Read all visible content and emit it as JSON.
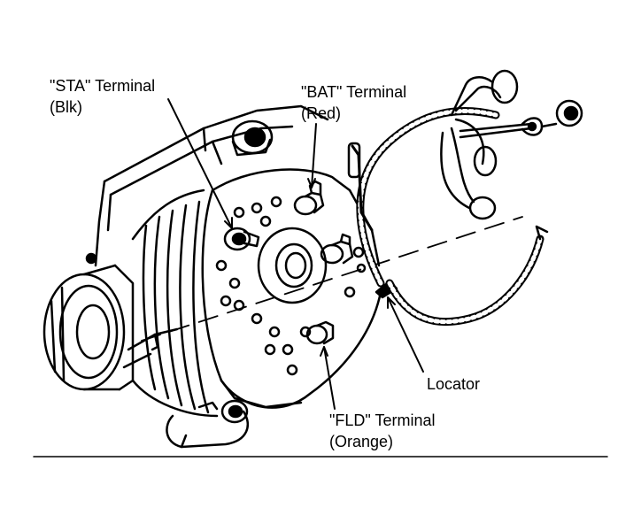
{
  "labels": {
    "sta_terminal": "\"STA\" Terminal",
    "sta_color": "(Blk)",
    "bat_terminal": "\"BAT\" Terminal",
    "bat_color": "(Red)",
    "locator": "Locator",
    "fld_terminal": "\"FLD\" Terminal",
    "fld_color": "(Orange)"
  },
  "colors": {
    "ink": "#000000",
    "background": "#ffffff"
  }
}
